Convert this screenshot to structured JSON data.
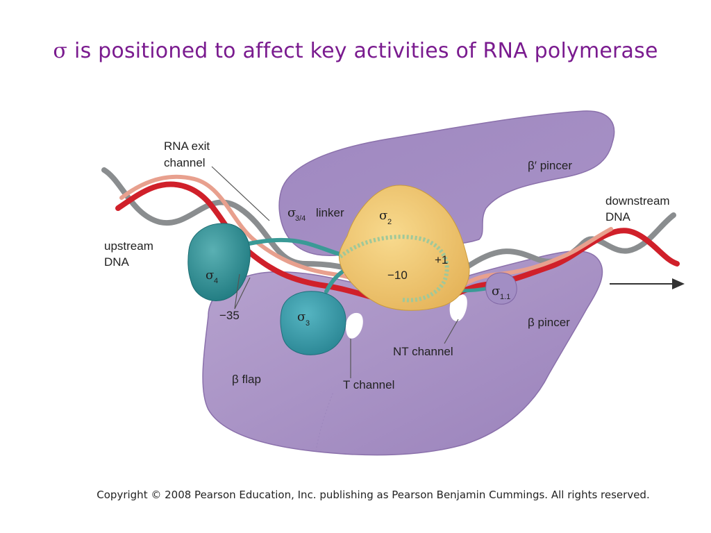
{
  "title": {
    "symbol": "σ",
    "text": "is positioned to affect key activities of RNA polymerase"
  },
  "labels": {
    "rna_exit_line1": "RNA exit",
    "rna_exit_line2": "channel",
    "beta_prime_pincer": "β′ pincer",
    "downstream_line1": "downstream",
    "downstream_line2": "DNA",
    "upstream_line1": "upstream",
    "upstream_line2": "DNA",
    "sigma34_symbol": "σ",
    "sigma34_sub": "3/4",
    "sigma34_word": "linker",
    "sigma2_symbol": "σ",
    "sigma2_sub": "2",
    "plus1": "+1",
    "minus10": "−10",
    "minus35": "−35",
    "sigma4_symbol": "σ",
    "sigma4_sub": "4",
    "sigma3_symbol": "σ",
    "sigma3_sub": "3",
    "sigma11_symbol": "σ",
    "sigma11_sub": "1.1",
    "beta_pincer": "β pincer",
    "nt_channel": "NT channel",
    "t_channel": "T channel",
    "beta_flap": "β flap"
  },
  "copyright": "Copyright © 2008 Pearson Education, Inc. publishing as Pearson Benjamin Cummings. All rights reserved.",
  "colors": {
    "title": "#7a1b8f",
    "polymerase": "#a892c3",
    "polymerase_dark": "#8a70ab",
    "sigma_teal": "#2f8f94",
    "sigma2_yellow": "#efc66a",
    "dna_red": "#d0202a",
    "dna_pink": "#e8a08e",
    "dna_gray": "#8a8d8f"
  }
}
